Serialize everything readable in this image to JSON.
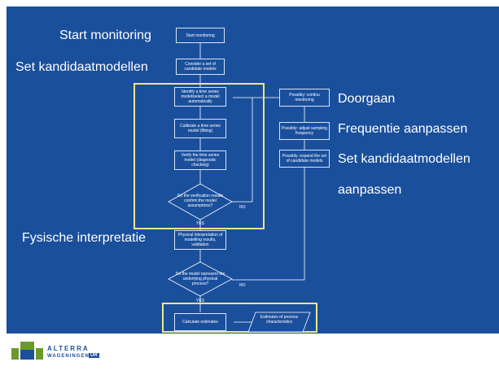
{
  "captions": {
    "start_monitoring": "Start monitoring",
    "set_kandidaat": "Set kandidaatmodellen",
    "doorgaan": "Doorgaan",
    "frequentie": "Frequentie aanpassen",
    "set_aanpassen_1": "Set kandidaatmodellen",
    "set_aanpassen_2": "aanpassen",
    "fysische": "Fysische interpretatie"
  },
  "boxes": {
    "start": "Start monitoring",
    "consider": "Consider a set of candidate models",
    "identify": "Identify a time series model/select a model automatically",
    "calibrate": "Calibrate a time series model (fitting)",
    "verify": "Verify the time series model (diagnostic checking)",
    "confirm": "Do the verification results confirm the model assumptions?",
    "physical": "Physical interpretation of modelling results, validation",
    "represent": "Do the model represent the underlying physical process?",
    "calculate": "Calculate estimates",
    "estimates": "Estimates of process characteristics",
    "continue": "Possibly: continu monitoring",
    "adjust": "Possibly: adjust sampling frequency",
    "expand": "Possibly: expand the set of candidate models"
  },
  "labels": {
    "yes1": "YES",
    "no1": "NO",
    "yes2": "YES",
    "no2": "NO"
  },
  "logo": {
    "line1": "ALTERRA",
    "line2": "WAGENINGEN",
    "ur": "UR"
  },
  "colors": {
    "background": "#1a4f9c",
    "highlight": "#ecea8a",
    "logo_green": "#6a9a2a",
    "logo_blue": "#1a4f9c"
  }
}
